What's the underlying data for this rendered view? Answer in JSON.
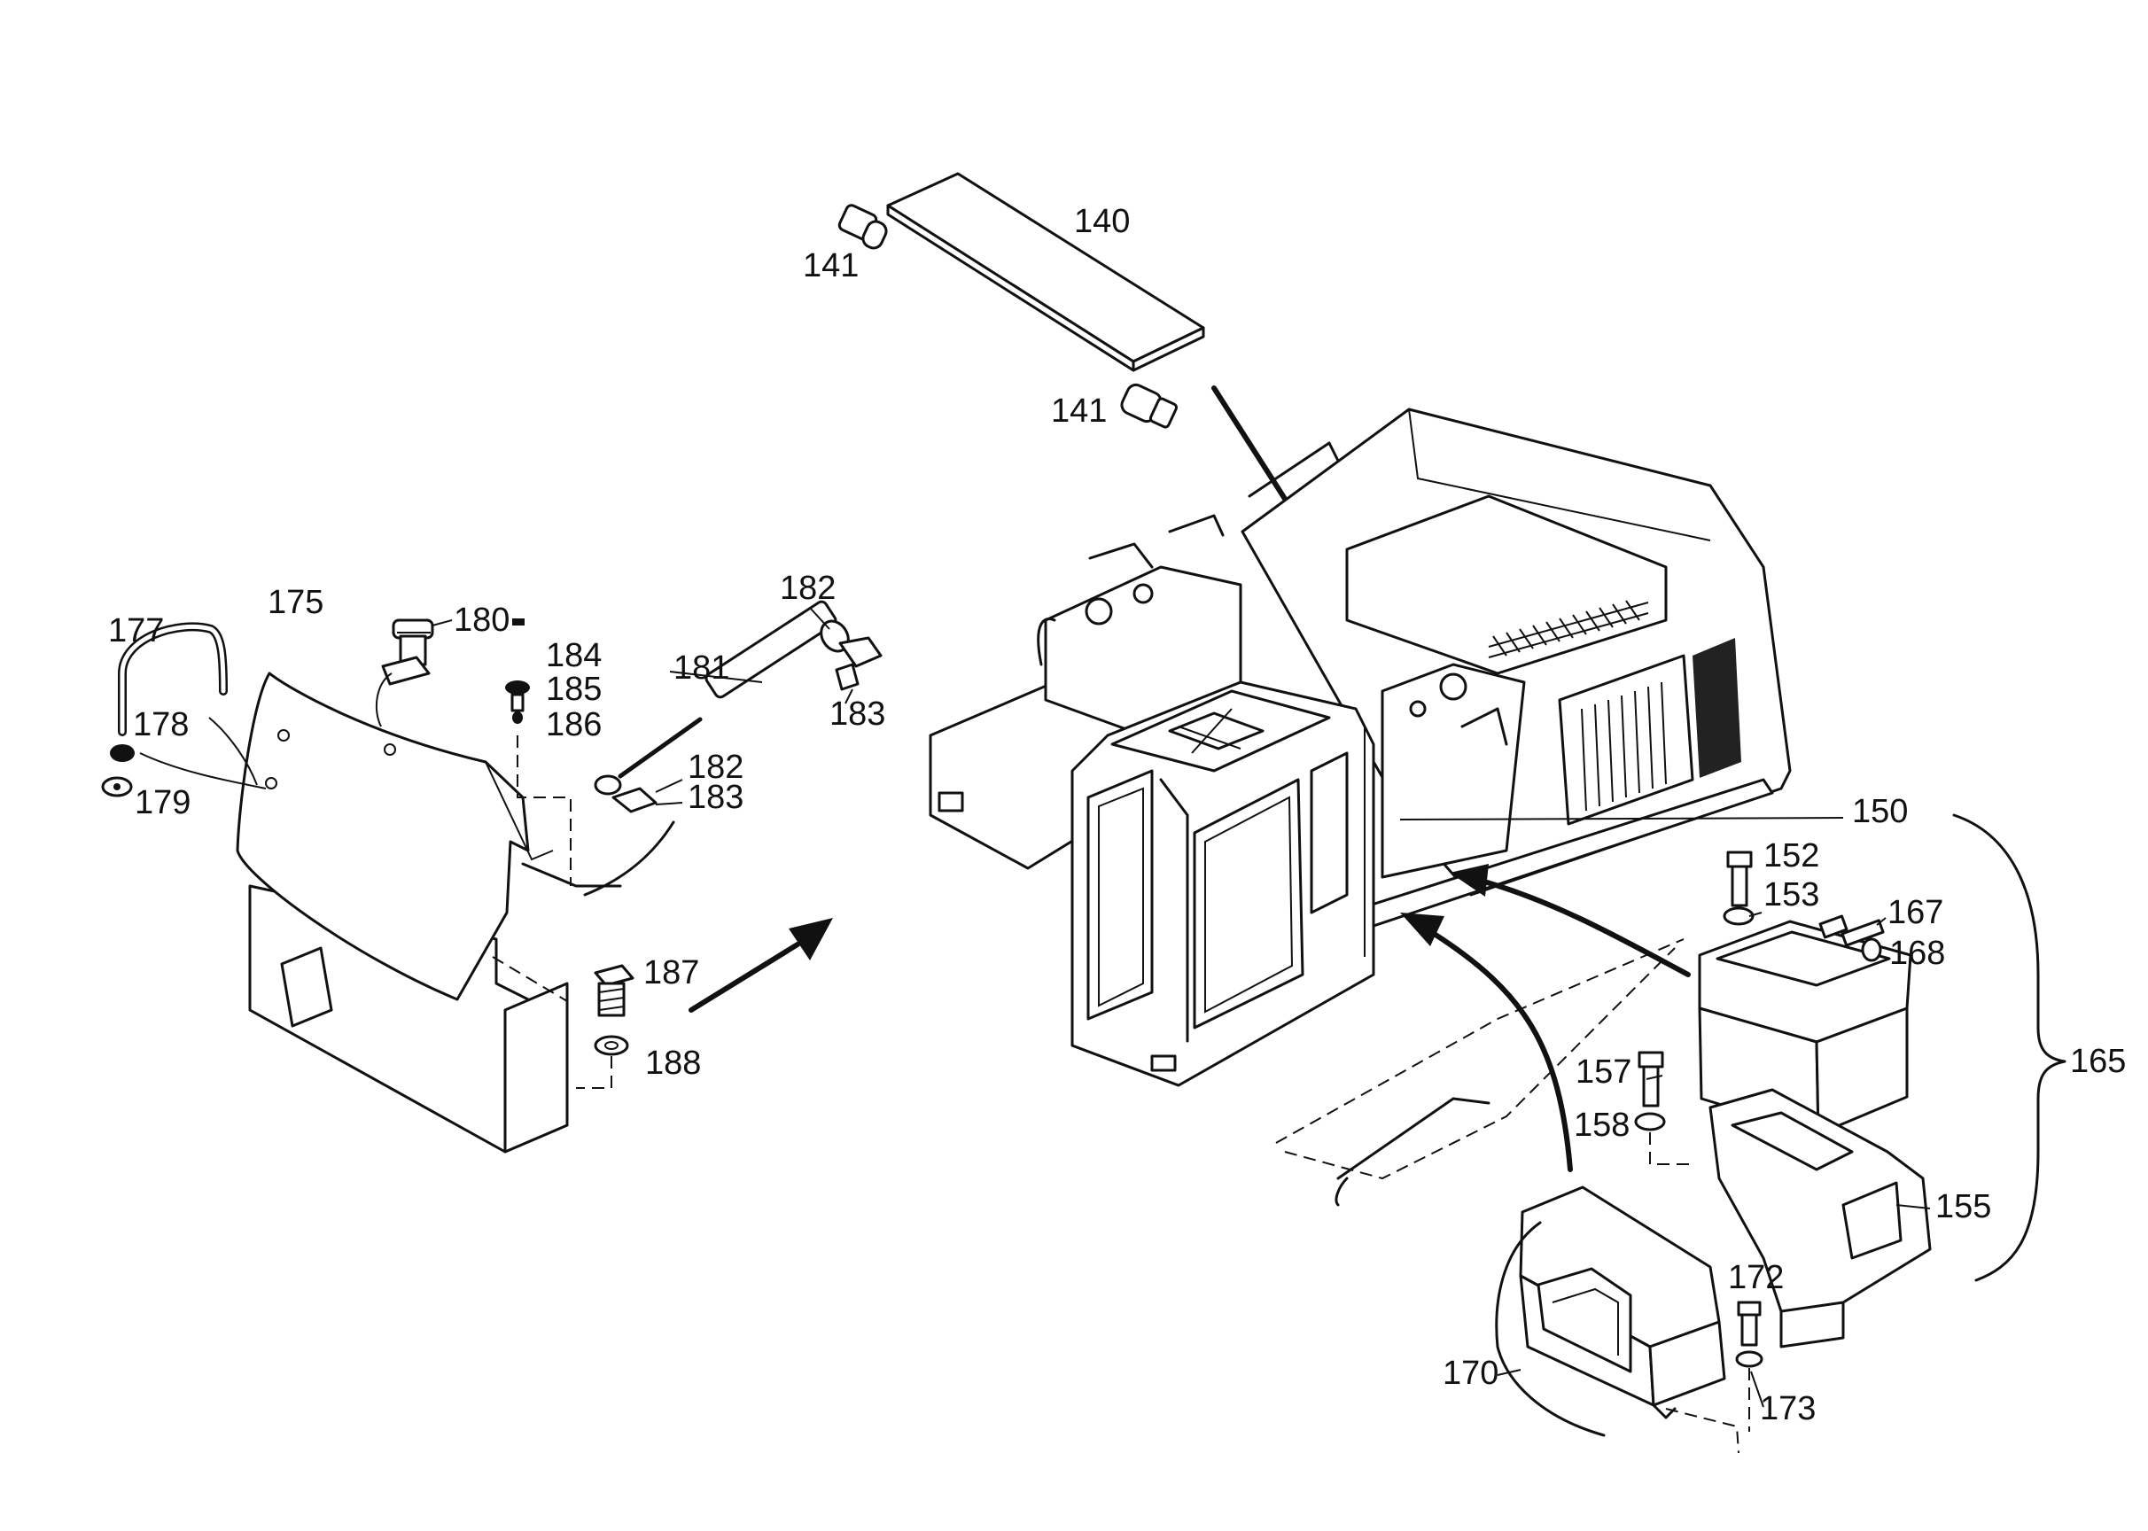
{
  "labels": {
    "p140": "140",
    "p141a": "141",
    "p141b": "141",
    "p150": "150",
    "p152": "152",
    "p153": "153",
    "p155": "155",
    "p157": "157",
    "p158": "158",
    "p165": "165",
    "p167": "167",
    "p168": "168",
    "p170": "170",
    "p172": "172",
    "p173": "173",
    "p175": "175",
    "p177": "177",
    "p178": "178",
    "p179": "179",
    "p180": "180",
    "p181": "181",
    "p182a": "182",
    "p182b": "182",
    "p183a": "183",
    "p183b": "183",
    "p184": "184",
    "p185": "185",
    "p186": "186",
    "p187": "187",
    "p188": "188"
  },
  "icons": {
    "arrow": "arrow-icon",
    "bolt": "bolt-icon",
    "washer": "washer-icon"
  }
}
